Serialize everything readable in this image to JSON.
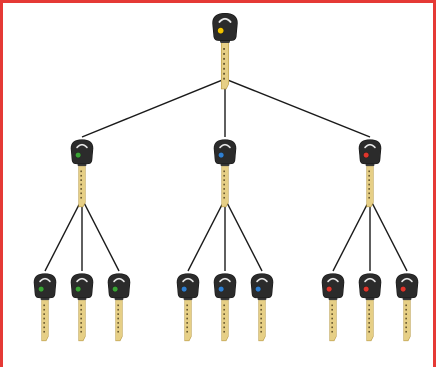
{
  "diagram": {
    "type": "master-key-hierarchy",
    "border_color": "#e53935",
    "line_color": "#1a1a1a",
    "key_head_color": "#2b2b2b",
    "key_blade_color": "#e6cf86",
    "master": {
      "icon": "master-key-icon",
      "dot_color": "#f2c200"
    },
    "groups": [
      {
        "icon": "group-key-icon",
        "dot_color": "#3aa335",
        "sub_keys": 3
      },
      {
        "icon": "group-key-icon",
        "dot_color": "#2f7fd1",
        "sub_keys": 3
      },
      {
        "icon": "group-key-icon",
        "dot_color": "#e0362c",
        "sub_keys": 3
      }
    ]
  }
}
